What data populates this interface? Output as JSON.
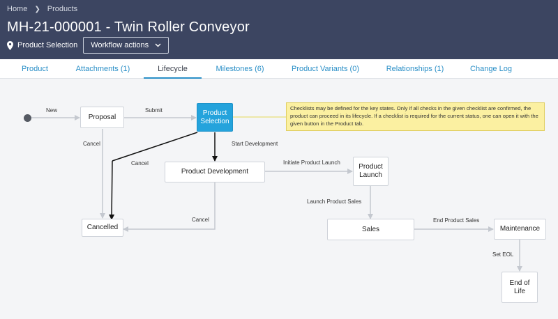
{
  "header": {
    "breadcrumb": [
      "Home",
      "Products"
    ],
    "title": "MH-21-000001 - Twin Roller Conveyor",
    "current_state": "Product Selection",
    "workflow_button": "Workflow actions"
  },
  "tabs": [
    {
      "label": "Product"
    },
    {
      "label": "Attachments (1)"
    },
    {
      "label": "Lifecycle",
      "active": true
    },
    {
      "label": "Milestones (6)"
    },
    {
      "label": "Product Variants (0)"
    },
    {
      "label": "Relationships (1)"
    },
    {
      "label": "Change Log"
    }
  ],
  "lifecycle": {
    "states": {
      "proposal": "Proposal",
      "product_selection": "Product Selection",
      "product_development": "Product Development",
      "product_launch": "Product Launch",
      "cancelled": "Cancelled",
      "sales": "Sales",
      "maintenance": "Maintenance",
      "end_of_life": "End of Life"
    },
    "transitions": {
      "new": "New",
      "submit": "Submit",
      "cancel_proposal": "Cancel",
      "cancel_selection": "Cancel",
      "start_development": "Start Development",
      "initiate_launch": "Initiate Product Launch",
      "cancel_development": "Cancel",
      "launch_sales": "Launch Product Sales",
      "end_sales": "End Product Sales",
      "set_eol": "Set EOL"
    },
    "note": "Checklists may be defined for the key states. Only if all checks in the given checklist are confirmed, the product can proceed in its lifecycle. If a checklist is required for the current status, one can open it with the given button in the Product tab."
  },
  "colors": {
    "header_bg": "#3c4561",
    "accent": "#2a8fc7",
    "current_state": "#24a3dc",
    "note_bg": "#fbf0a1"
  }
}
